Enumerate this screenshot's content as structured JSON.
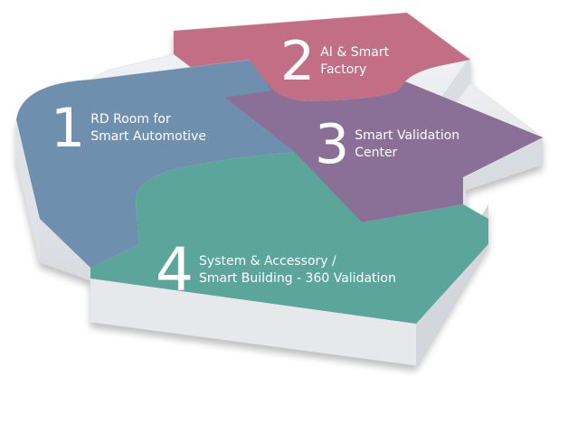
{
  "zones": [
    {
      "number": "1",
      "line1": "RD Room for",
      "line2": "Smart Automotive",
      "color": "#6f8fae"
    },
    {
      "number": "2",
      "line1": "AI & Smart",
      "line2": "Factory",
      "color": "#c26e84"
    },
    {
      "number": "3",
      "line1": "Smart Validation",
      "line2": "Center",
      "color": "#8a6f96"
    },
    {
      "number": "4",
      "line1": "System & Accessory /",
      "line2": "Smart Building - 360 Validation",
      "color": "#5ba59b"
    }
  ],
  "colors": {
    "side_light": "#eceef1",
    "side_shadow": "#c9ccd2",
    "label_text": "#ffffff"
  }
}
